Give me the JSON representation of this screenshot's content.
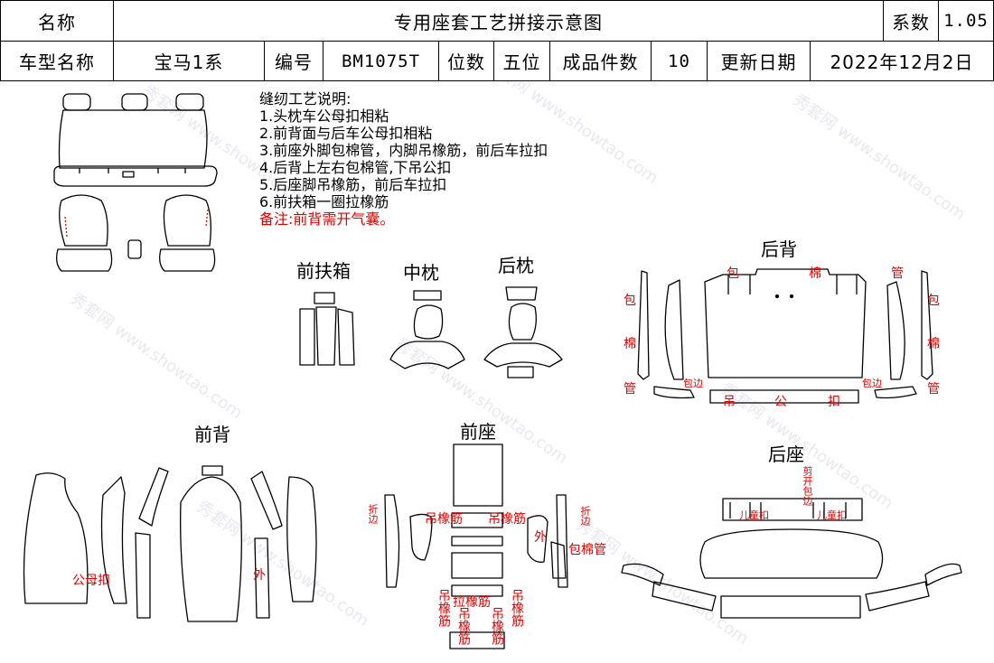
{
  "header": {
    "name_label": "名称",
    "title": "专用座套工艺拼接示意图",
    "coef_label": "系数",
    "coef_value": "1.05",
    "model_label": "车型名称",
    "model_value": "宝马1系",
    "code_label": "编号",
    "code_value": "BM1075T",
    "seats_label": "位数",
    "seats_value": "五位",
    "pieces_label": "成品件数",
    "pieces_value": "10",
    "date_label": "更新日期",
    "date_value": "2022年12月2日"
  },
  "notes": {
    "title": "缝纫工艺说明:",
    "items": [
      "1.头枕车公母扣相粘",
      "2.前背面与后车公母扣相粘",
      "3.前座外脚包棉管，内脚吊橡筋，前后车拉扣",
      "4.后背上左右包棉管,下吊公扣",
      "5.后座脚吊橡筋，前后车拉扣",
      "6.前扶箱一圈拉橡筋"
    ],
    "remark": "备注:前背需开气囊。"
  },
  "sections": {
    "front_armrest": "前扶箱",
    "middle_headrest": "中枕",
    "rear_headrest": "后枕",
    "rear_back": "后背",
    "front_back": "前背",
    "front_seat": "前座",
    "rear_seat": "后座"
  },
  "labels": {
    "rb_top": [
      "包",
      "棉",
      "管"
    ],
    "rb_left": [
      "包",
      "棉",
      "管"
    ],
    "rb_right": [
      "包",
      "棉",
      "管"
    ],
    "rb_bottom": [
      "吊",
      "公",
      "扣"
    ],
    "edge_wrap": "包边",
    "snap": "公母扣",
    "outer": "外",
    "fold_edge": "折边",
    "hang_elastic": "吊橡筋",
    "wrap_tube": "包棉管",
    "pull_elastic": "拉橡筋",
    "cut_wrap": "剪开包边",
    "child_seat": "儿童扣"
  },
  "watermark": {
    "brand": "秀套网",
    "site": "www.showtao.com"
  },
  "colors": {
    "accent": "#e00000",
    "line": "#000000"
  }
}
